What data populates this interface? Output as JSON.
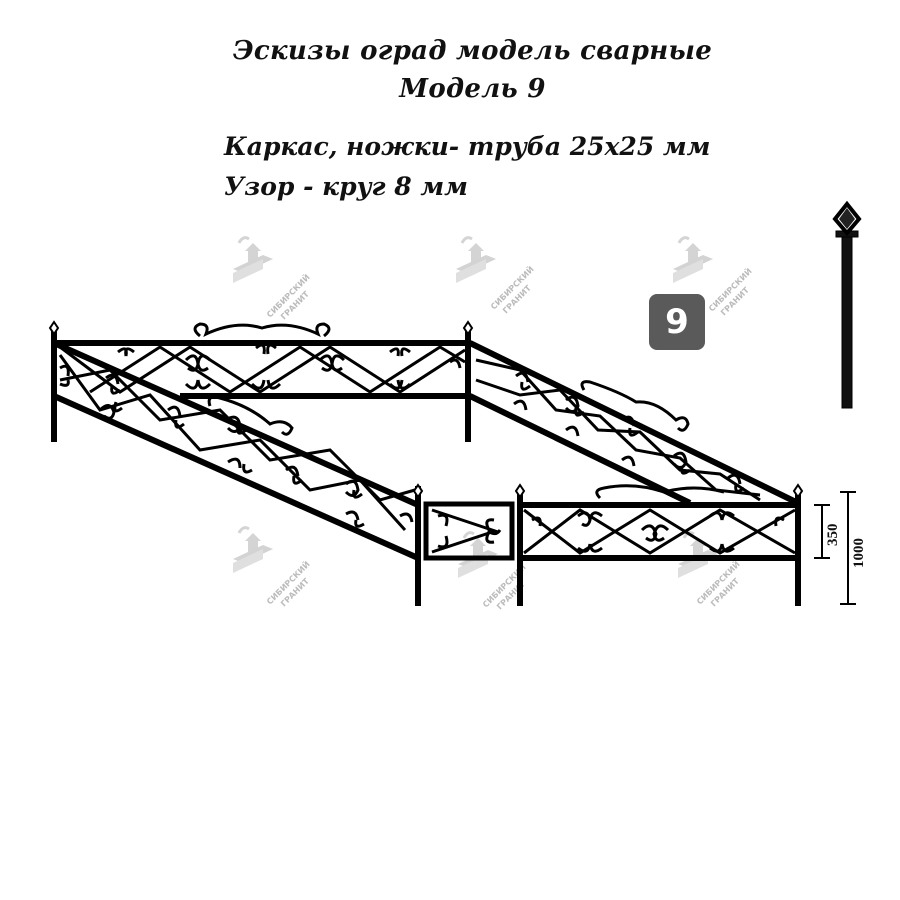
{
  "header": {
    "title_line1": "Эскизы оград модель сварные",
    "title_line2": "Модель 9"
  },
  "specs": {
    "frame": "Каркас, ножки- труба 25х25 мм",
    "pattern": "Узор - круг 8 мм"
  },
  "badge": {
    "label": "9",
    "color": "#5a5a5a"
  },
  "dimensions": {
    "panel_height": "350",
    "total_height": "1000"
  },
  "watermark": {
    "line1": "СИБИРСКИЙ",
    "line2": "ГРАНИТ",
    "icon": "sibirsky-granit-logo"
  },
  "colors": {
    "ink": "#000000",
    "watermark": "#c8c8c8",
    "badge": "#5a5a5a"
  }
}
